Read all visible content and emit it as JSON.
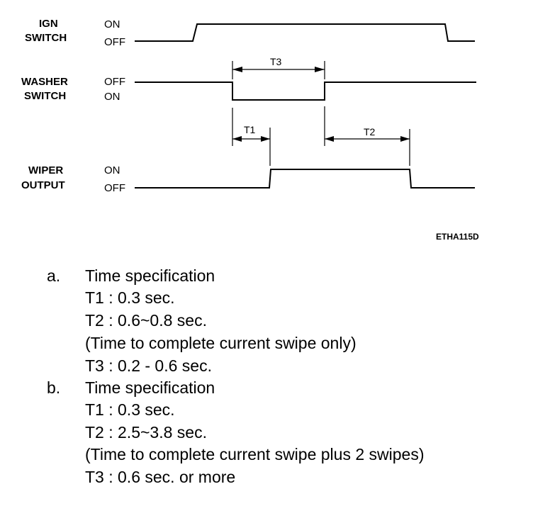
{
  "signals": {
    "ign": {
      "name_line1": "IGN",
      "name_line2": "SWITCH",
      "high_label": "ON",
      "low_label": "OFF"
    },
    "washer": {
      "name_line1": "WASHER",
      "name_line2": "SWITCH",
      "high_label": "OFF",
      "low_label": "ON"
    },
    "wiper": {
      "name_line1": "WIPER",
      "name_line2": "OUTPUT",
      "high_label": "ON",
      "low_label": "OFF"
    }
  },
  "timings": {
    "t1": "T1",
    "t2": "T2",
    "t3": "T3"
  },
  "figure_code": "ETHA115D",
  "specs": {
    "a": {
      "marker": "a.",
      "title": "Time specification",
      "t1": "T1 : 0.3 sec.",
      "t2": "T2 : 0.6~0.8 sec.",
      "note": "(Time to complete current swipe only)",
      "t3": "T3 : 0.2 - 0.6 sec."
    },
    "b": {
      "marker": "b.",
      "title": "Time specification",
      "t1": "T1 : 0.3 sec.",
      "t2": "T2 : 2.5~3.8 sec.",
      "note": "(Time to complete current swipe plus 2 swipes)",
      "t3": "T3 : 0.6 sec.  or more"
    }
  }
}
